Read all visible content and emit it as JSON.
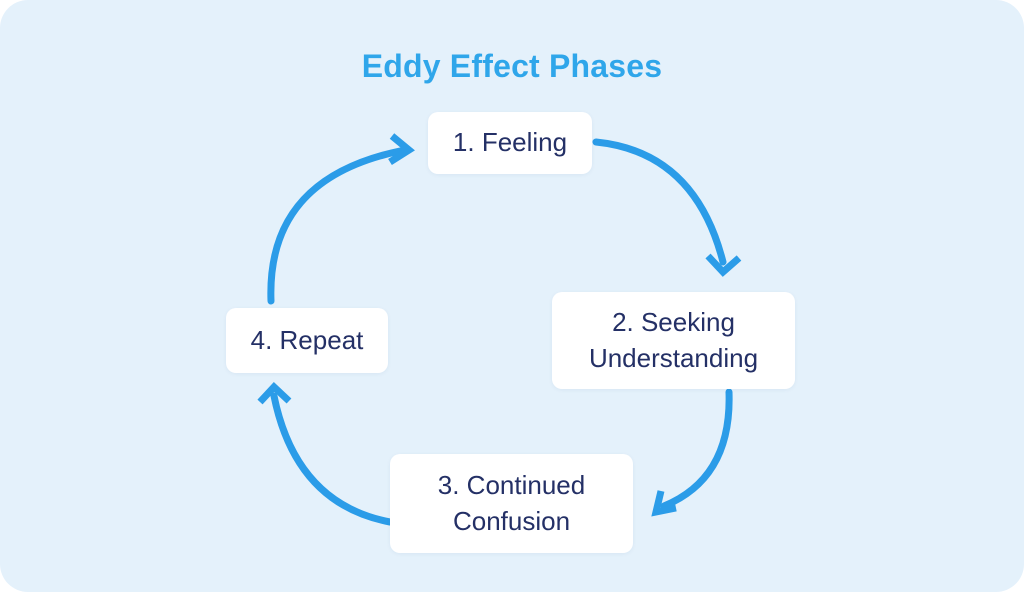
{
  "title": "Eddy Effect Phases",
  "phases": [
    {
      "label": "1. Feeling"
    },
    {
      "label": "2. Seeking Understanding"
    },
    {
      "label": "3. Continued Confusion"
    },
    {
      "label": "4. Repeat"
    }
  ],
  "cycle_order": [
    "1. Feeling",
    "2. Seeking Understanding",
    "3. Continued Confusion",
    "4. Repeat"
  ],
  "colors": {
    "title-blue": "#2FA6EA",
    "accent-blue": "#2B9CE8",
    "text-navy": "#243066",
    "card-bg": "#E4F1FB",
    "box-bg": "#FFFFFF",
    "page-bg": "#FFFFFF"
  }
}
